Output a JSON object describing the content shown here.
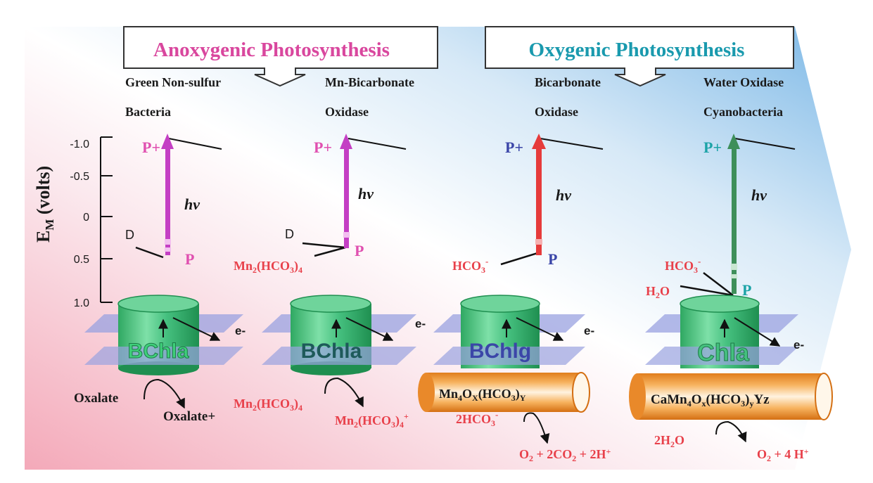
{
  "colors": {
    "anoxy_title": "#d9479e",
    "oxy_title": "#1a9aae",
    "pink_bg": "#f4b6c2",
    "blue_bg": "#8ec3ea",
    "magenta_arrow": "#c43fc4",
    "red_arrow": "#e63b3b",
    "green_arrow": "#3e8f5a",
    "p_pink": "#e050b0",
    "p_blue": "#3b46a8",
    "p_teal": "#1ca3a7",
    "red_text": "#e8404a",
    "cylinder_green": "#3fbf7a",
    "membrane": "#9aa2e0",
    "tube_orange": "#f0962a"
  },
  "headers": {
    "anoxygenic": "Anoxygenic Photosynthesis",
    "oxygenic": "Oxygenic Photosynthesis"
  },
  "axis": {
    "label_main": "E",
    "label_sub": "M",
    "label_unit": " (volts)",
    "ticks": [
      "-1.0",
      "-0.5",
      "0",
      "0.5",
      "1.0"
    ]
  },
  "columns": [
    {
      "title1": "Green Non-sulfur",
      "title2": "Bacteria",
      "p_plus": "P+",
      "p": "P",
      "donor": "D",
      "hv": "hv",
      "pigment": "BChla",
      "electron": "e-",
      "bottom_left": "Oxalate",
      "bottom_right": "Oxalate+"
    },
    {
      "title1": "Mn-Bicarbonate",
      "title2": "Oxidase",
      "p_plus": "P+",
      "p": "P",
      "donor": "D",
      "donor2": "Mn2(HCO3)4",
      "hv": "hv",
      "pigment": "BChla",
      "electron": "e-",
      "bottom_left": "Mn2(HCO3)4",
      "bottom_right": "Mn2(HCO3)4+"
    },
    {
      "title1": "Bicarbonate",
      "title2": "Oxidase",
      "p_plus": "P+",
      "p": "P",
      "donor": "HCO3-",
      "hv": "hv",
      "pigment": "BChlg",
      "electron": "e-",
      "tube_label": "Mn4OX(HCO3)Y",
      "bottom_left": "2HCO3-",
      "bottom_right": "O2 + 2CO2 + 2H+"
    },
    {
      "title1": "Water Oxidase",
      "title2": "Cyanobacteria",
      "p_plus": "P+",
      "p": "P",
      "donor": "HCO3-",
      "donor2": "H2O",
      "hv": "hv",
      "pigment": "Chla",
      "electron": "e-",
      "tube_label": "CaMn4Ox(HCO3)yYz",
      "bottom_left": "2H2O",
      "bottom_right": "O2 + 4 H+"
    }
  ]
}
